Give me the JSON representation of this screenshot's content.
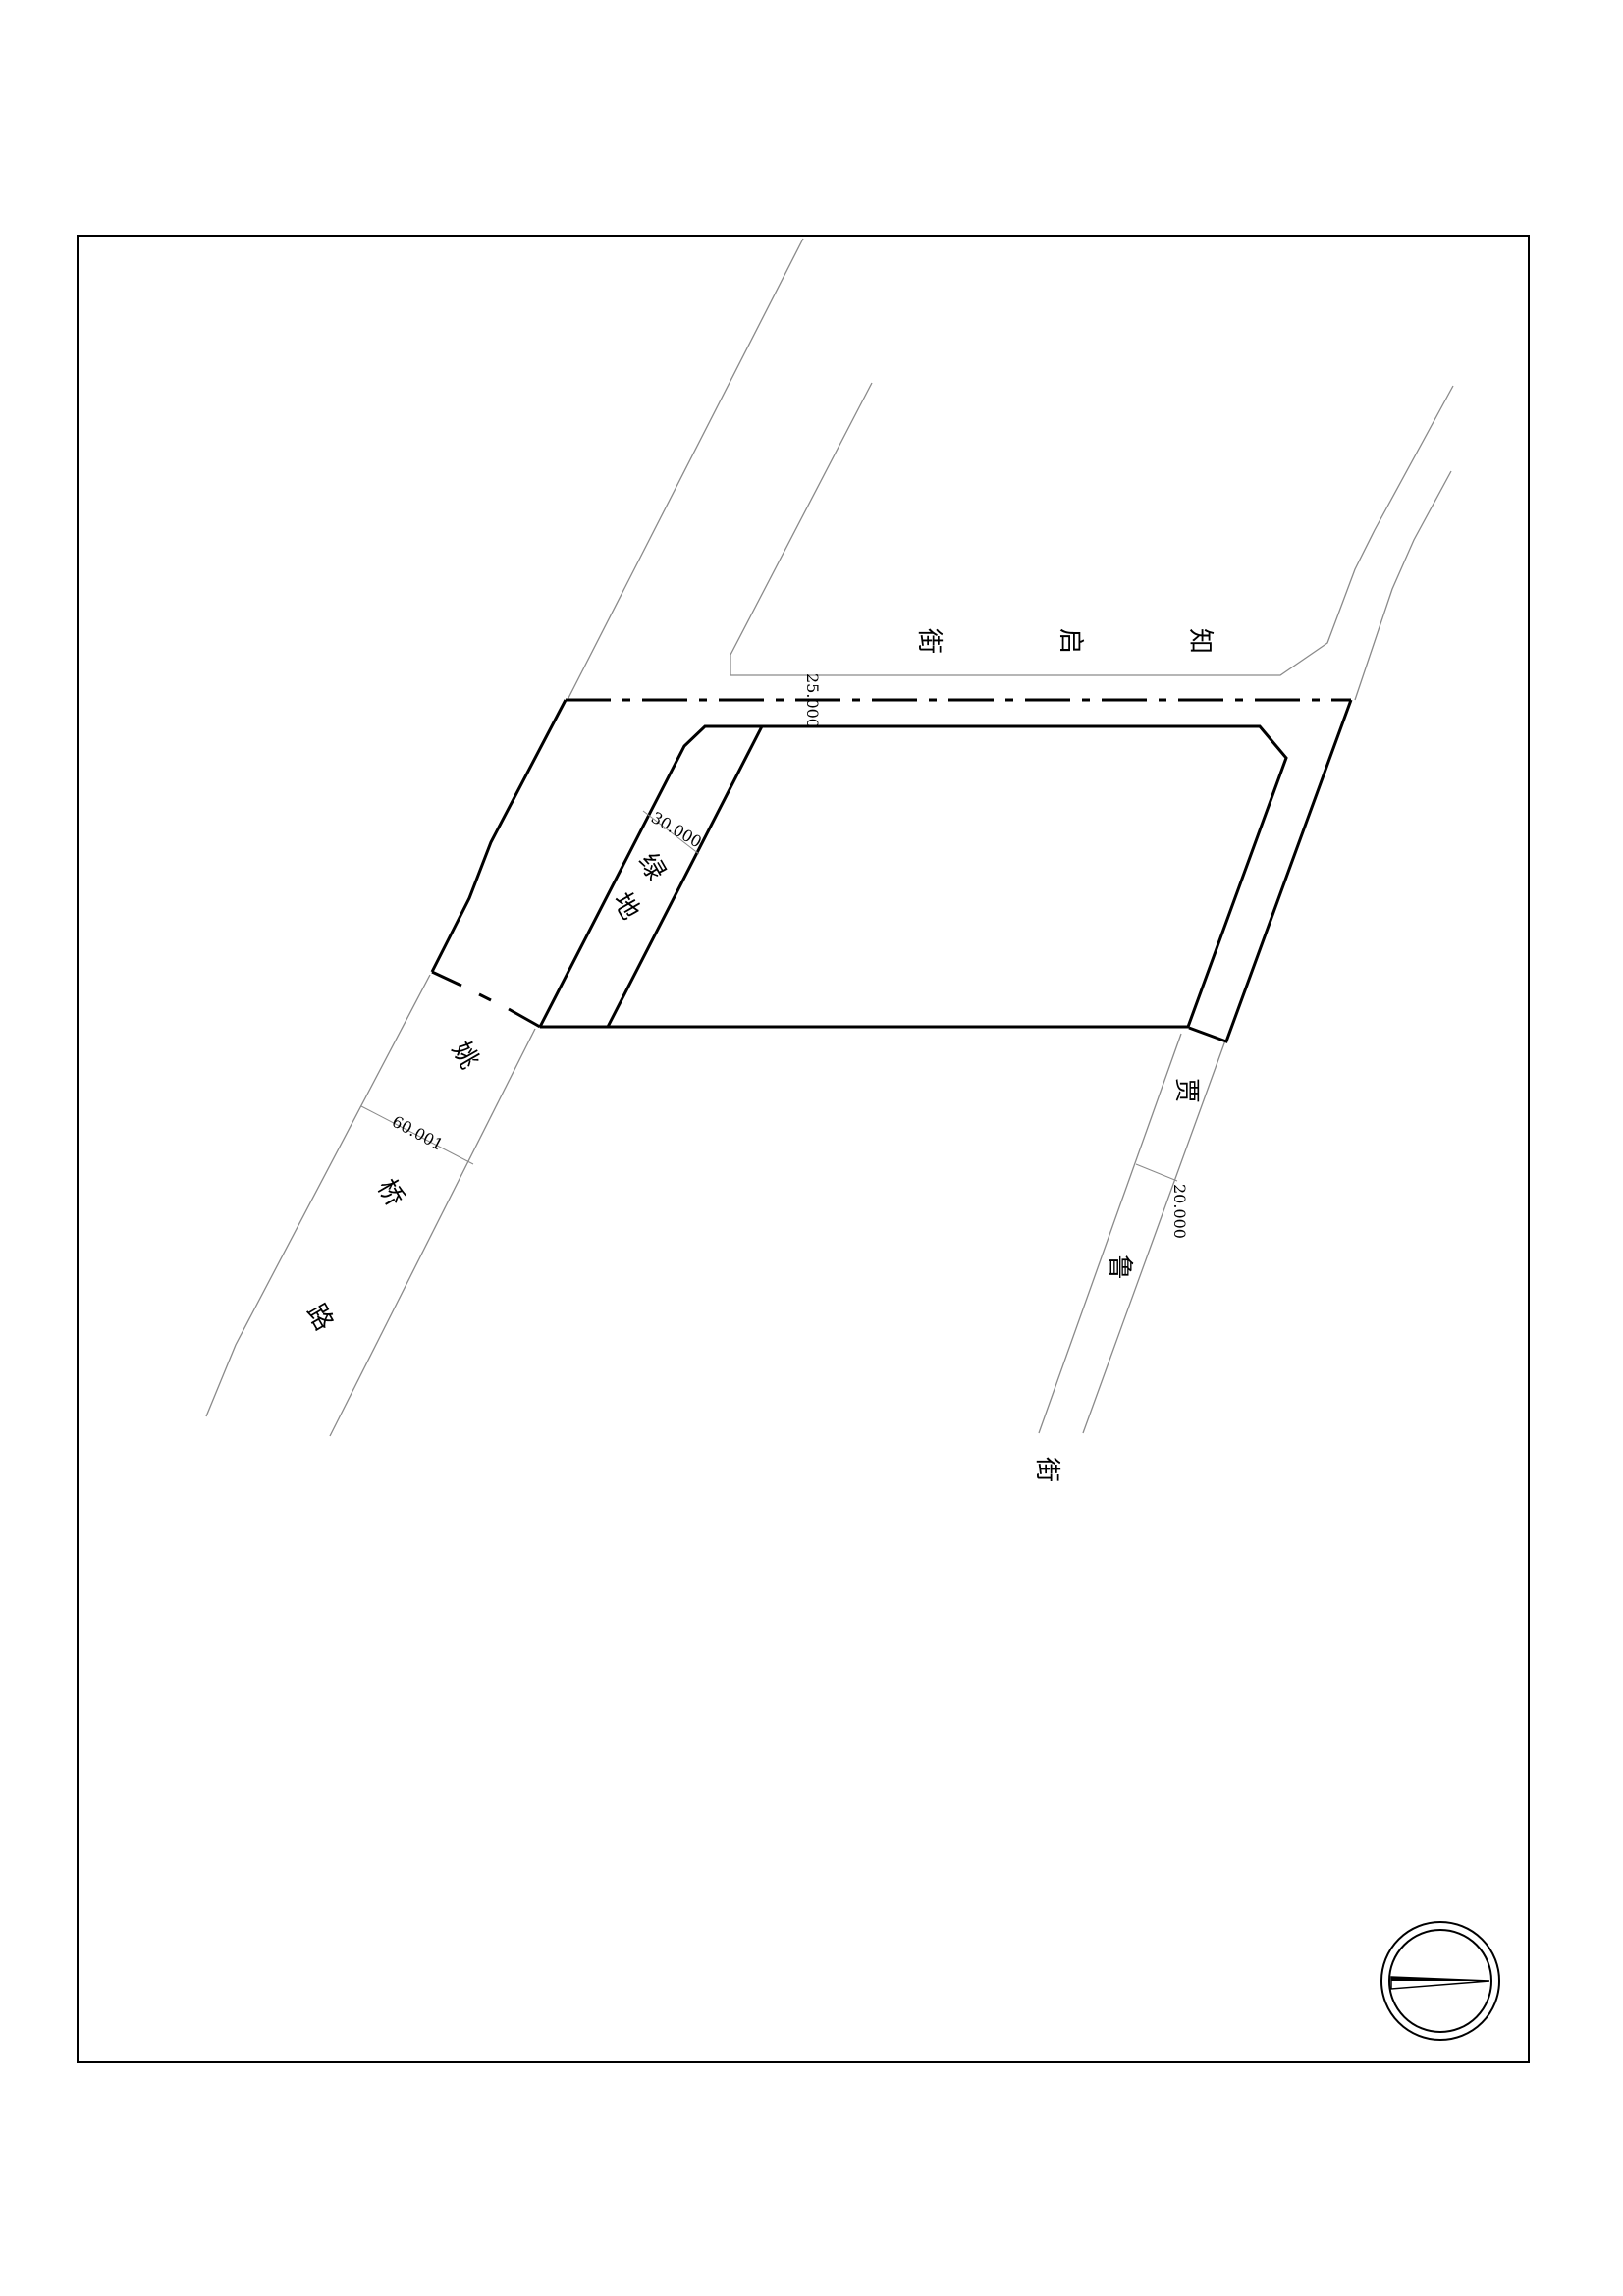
{
  "roads": {
    "yaoqiao": {
      "chars": [
        "姚",
        "桥",
        "路"
      ],
      "width": "60.001"
    },
    "zhiqi": {
      "chars": [
        "知",
        "启",
        "街"
      ],
      "width": "25.000"
    },
    "jialu": {
      "chars": [
        "贾",
        "鲁",
        "街"
      ],
      "width": "20.000"
    }
  },
  "green_belt": {
    "chars": [
      "绿",
      "地"
    ],
    "width": "30.000"
  },
  "north_arrow": {
    "icon": "north-arrow-icon"
  }
}
